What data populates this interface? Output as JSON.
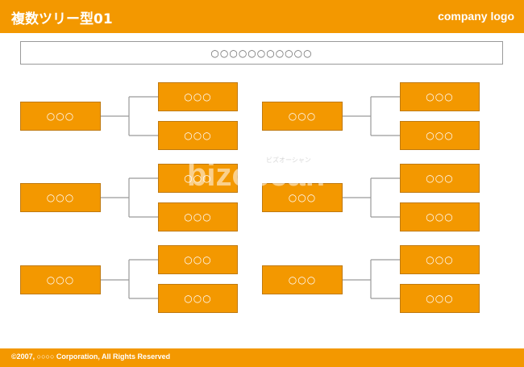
{
  "header": {
    "title": "複数ツリー型01",
    "logo": "company logo"
  },
  "title_box": {
    "text": "○○○○○○○○○○○"
  },
  "node_label": "○○○",
  "trees": [
    {
      "parent": "○○○",
      "children": [
        "○○○",
        "○○○"
      ]
    },
    {
      "parent": "○○○",
      "children": [
        "○○○",
        "○○○"
      ]
    },
    {
      "parent": "○○○",
      "children": [
        "○○○",
        "○○○"
      ]
    },
    {
      "parent": "○○○",
      "children": [
        "○○○",
        "○○○"
      ]
    },
    {
      "parent": "○○○",
      "children": [
        "○○○",
        "○○○"
      ]
    },
    {
      "parent": "○○○",
      "children": [
        "○○○",
        "○○○"
      ]
    }
  ],
  "watermark": {
    "text": "bizocean",
    "sub": "ビズオーシャン"
  },
  "footer": {
    "text": "©2007, ○○○○ Corporation, All Rights Reserved"
  },
  "colors": {
    "accent": "#f39800",
    "line": "#9a9a9a",
    "border": "#bf7a10"
  }
}
